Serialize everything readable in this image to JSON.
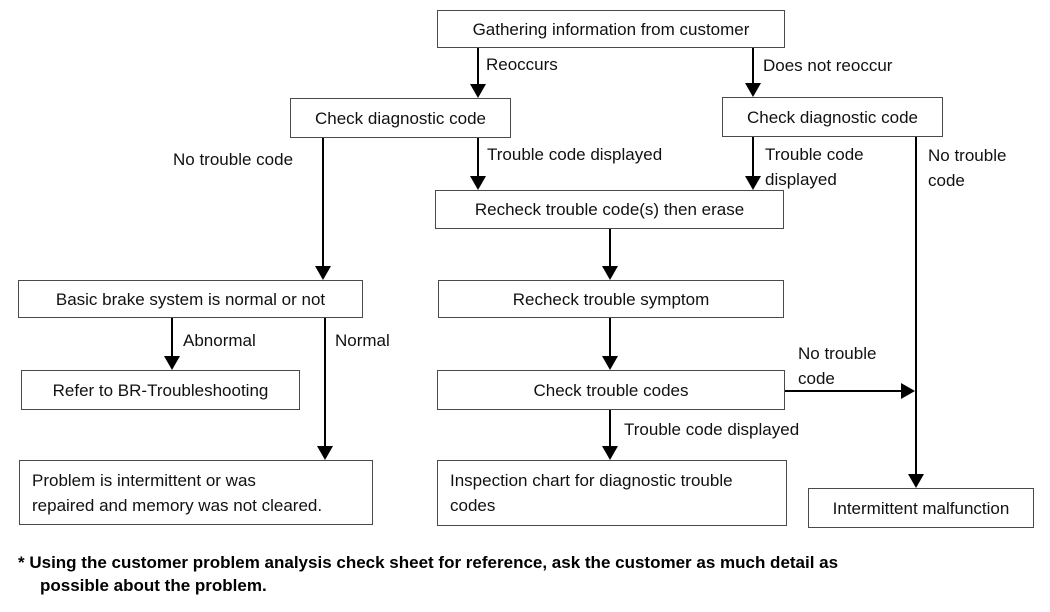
{
  "diagram": {
    "title_hint": "Brake diagnostic troubleshooting flowchart",
    "nodes": {
      "gathering": {
        "label": "Gathering information from customer"
      },
      "check_diag_left": {
        "label": "Check diagnostic code"
      },
      "check_diag_right": {
        "label": "Check diagnostic code"
      },
      "recheck_erase": {
        "label": "Recheck trouble code(s) then erase"
      },
      "recheck_symptom": {
        "label": "Recheck trouble symptom"
      },
      "check_trouble_codes": {
        "label": "Check trouble codes"
      },
      "inspection_chart": {
        "line1": "Inspection chart for diagnostic trouble",
        "line2": "codes"
      },
      "basic_brake": {
        "label": "Basic brake system is normal or not"
      },
      "refer_br": {
        "label": "Refer to BR-Troubleshooting"
      },
      "problem_intermittent": {
        "line1": "Problem is intermittent or was",
        "line2": "repaired and memory was not cleared."
      },
      "intermittent_malfunction": {
        "label": "Intermittent malfunction"
      }
    },
    "edge_labels": {
      "reoccurs": "Reoccurs",
      "does_not_reoccur": "Does not reoccur",
      "no_trouble_code_left": "No trouble code",
      "trouble_code_displayed_mid": "Trouble code displayed",
      "trouble_code_displayed_right": "Trouble code displayed",
      "no_trouble_code_right": "No trouble code",
      "abnormal": "Abnormal",
      "normal": "Normal",
      "no_trouble_code_mid": "No trouble code",
      "trouble_code_displayed_bottom": "Trouble code displayed"
    },
    "footnote": {
      "line1": "* Using the customer problem analysis check sheet for reference, ask the customer as much detail as",
      "line2": "possible about the problem."
    }
  },
  "colors": {
    "background": "#ffffff",
    "box_border": "#4a4a4a",
    "connector": "#000000",
    "text": "#111111"
  }
}
